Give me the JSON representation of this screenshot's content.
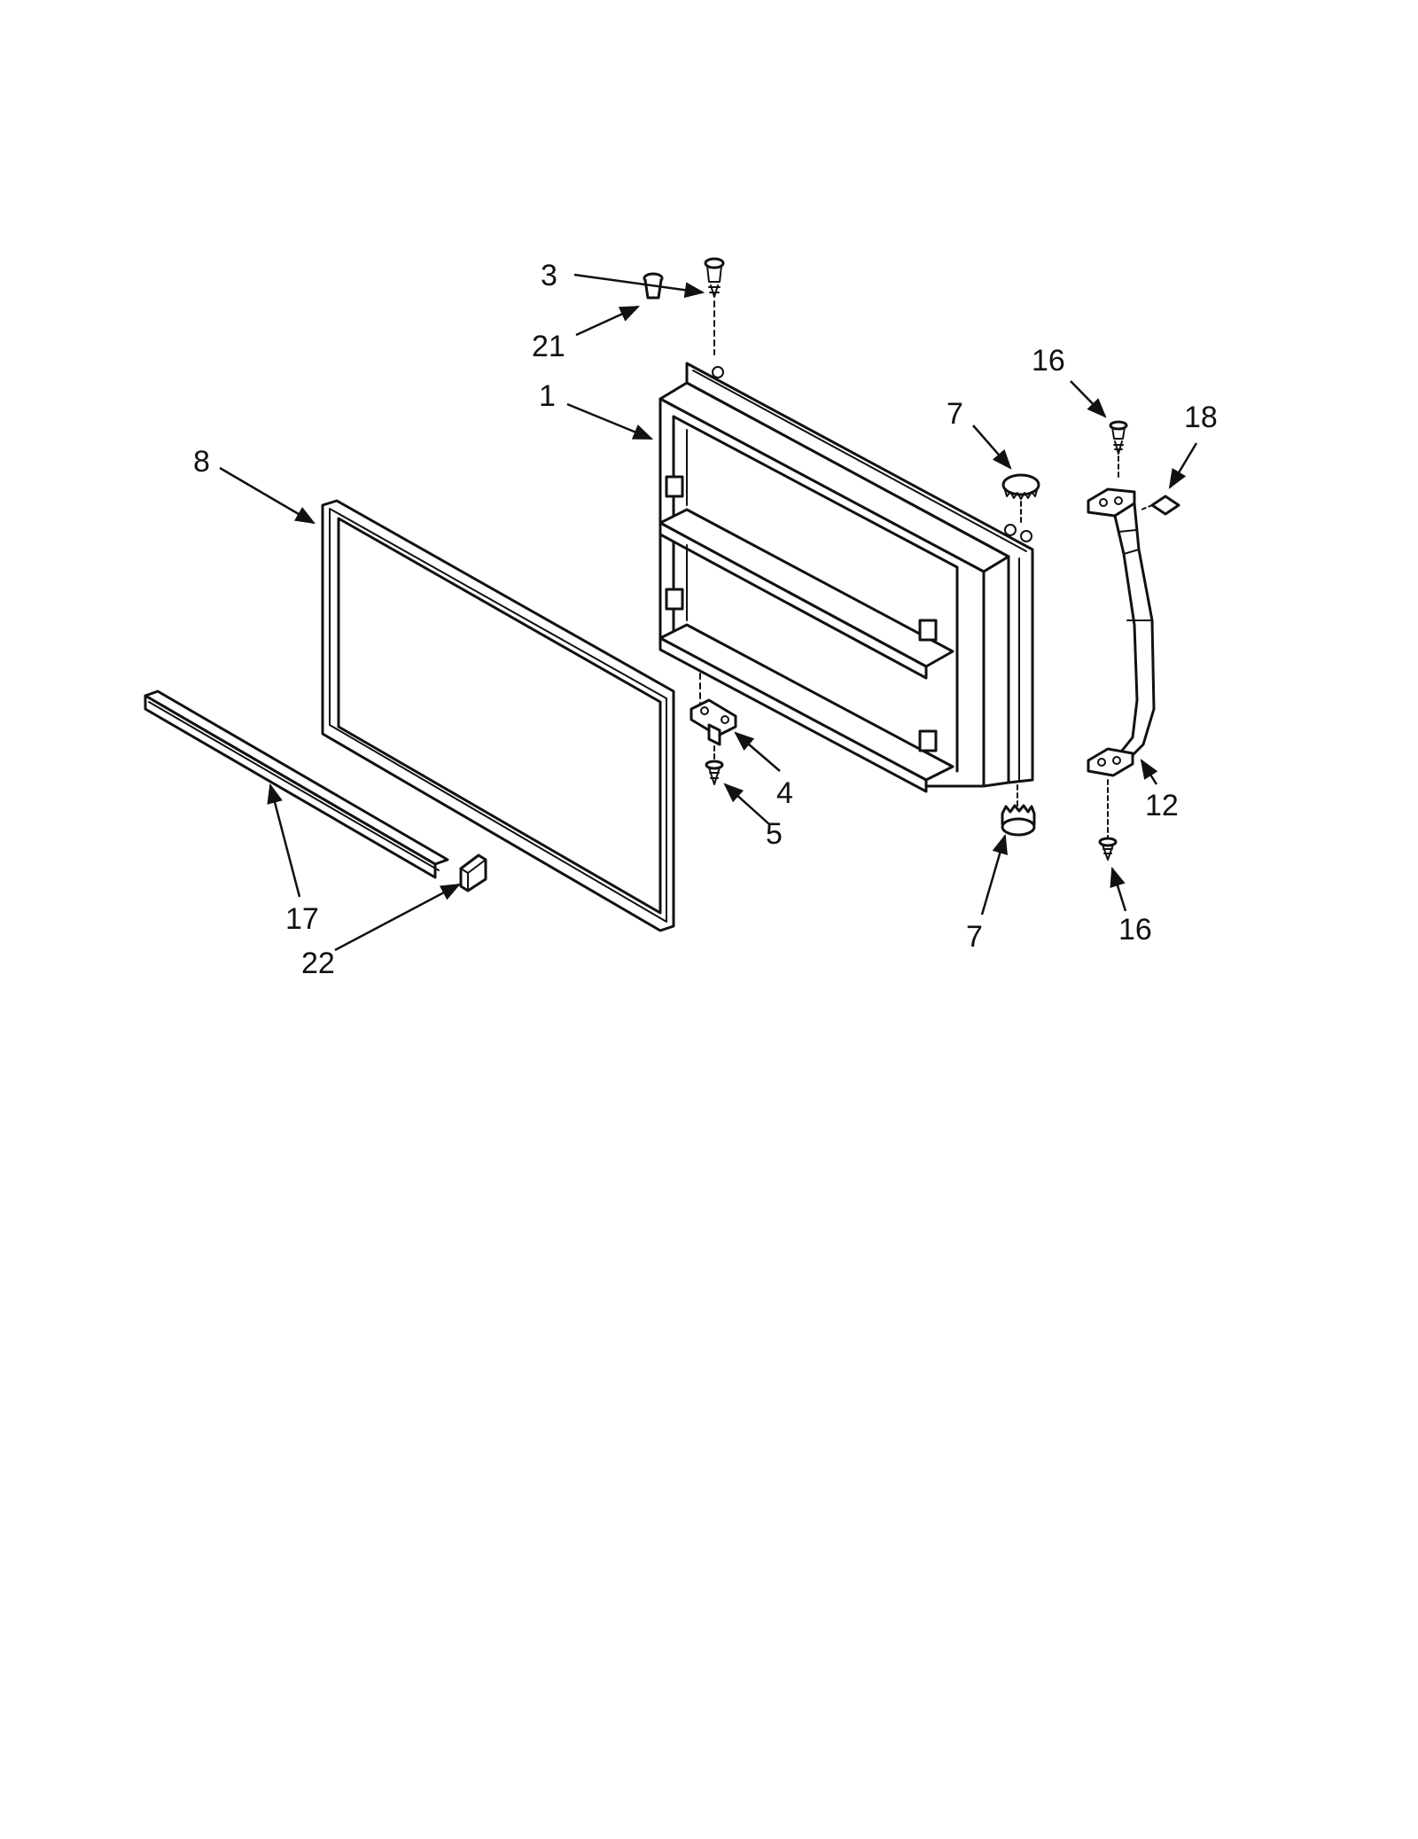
{
  "callouts": [
    {
      "key": "c3",
      "text": "3"
    },
    {
      "key": "c21",
      "text": "21"
    },
    {
      "key": "c1",
      "text": "1"
    },
    {
      "key": "c8",
      "text": "8"
    },
    {
      "key": "c7top",
      "text": "7"
    },
    {
      "key": "c16top",
      "text": "16"
    },
    {
      "key": "c18",
      "text": "18"
    },
    {
      "key": "c4",
      "text": "4"
    },
    {
      "key": "c5",
      "text": "5"
    },
    {
      "key": "c12",
      "text": "12"
    },
    {
      "key": "c7bot",
      "text": "7"
    },
    {
      "key": "c16bot",
      "text": "16"
    },
    {
      "key": "c17",
      "text": "17"
    },
    {
      "key": "c22",
      "text": "22"
    }
  ]
}
